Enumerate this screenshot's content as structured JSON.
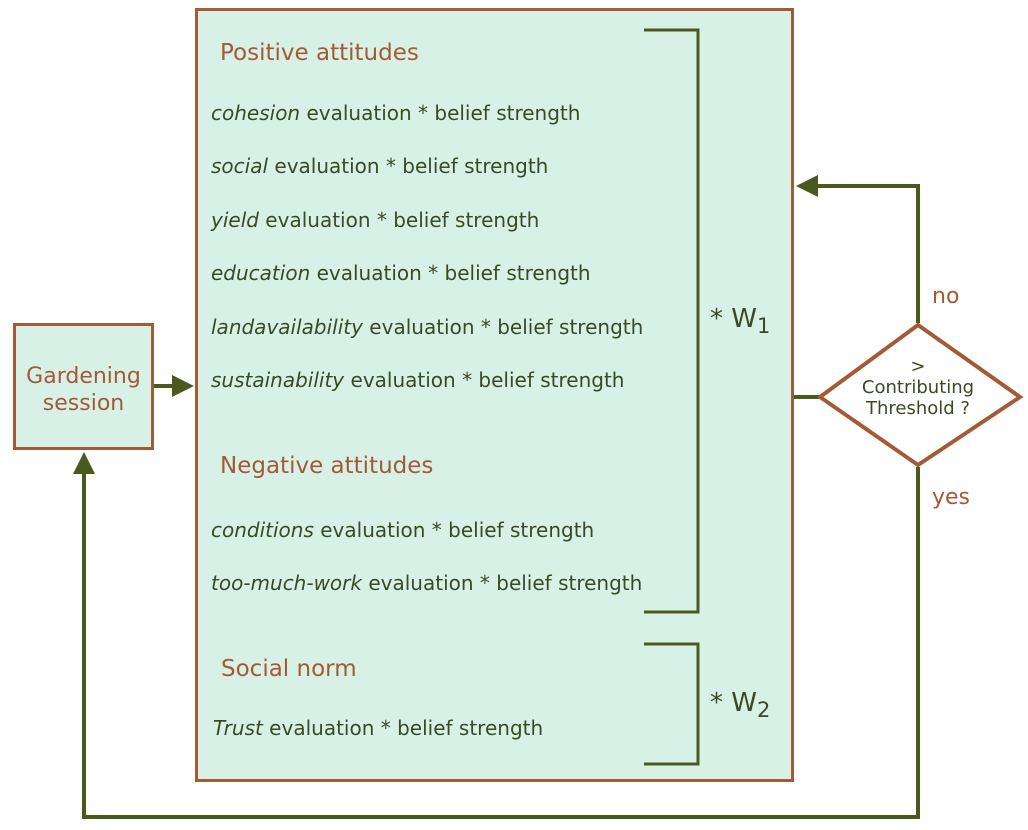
{
  "gardening_session": {
    "line1": "Gardening",
    "line2": "session"
  },
  "positive": {
    "heading": "Positive attitudes",
    "rows": [
      {
        "term": "cohesion",
        "rest": " evaluation * belief strength"
      },
      {
        "term": "social",
        "rest": " evaluation * belief strength"
      },
      {
        "term": "yield",
        "rest": " evaluation * belief strength"
      },
      {
        "term": "education",
        "rest": " evaluation * belief strength"
      },
      {
        "term": "landavailability",
        "rest": " evaluation * belief strength"
      },
      {
        "term": "sustainability",
        "rest": " evaluation * belief strength"
      }
    ]
  },
  "negative": {
    "heading": "Negative attitudes",
    "rows": [
      {
        "term": "conditions",
        "rest": " evaluation * belief strength"
      },
      {
        "term": "too-much-work",
        "rest": " evaluation * belief strength"
      }
    ]
  },
  "social_norm": {
    "heading": "Social norm",
    "rows": [
      {
        "term": "Trust",
        "rest": " evaluation * belief strength"
      }
    ]
  },
  "weights": {
    "w1": {
      "prefix": "* W",
      "sub": "1"
    },
    "w2": {
      "prefix": "* W",
      "sub": "2"
    }
  },
  "decision": {
    "line1": ">",
    "line2": "Contributing",
    "line3": "Threshold ?"
  },
  "labels": {
    "no": "no",
    "yes": "yes"
  },
  "colors": {
    "fill": "#d8f1e6",
    "border": "#a45a35",
    "arrow": "#4a5a1c",
    "text": "#3a4a22"
  }
}
